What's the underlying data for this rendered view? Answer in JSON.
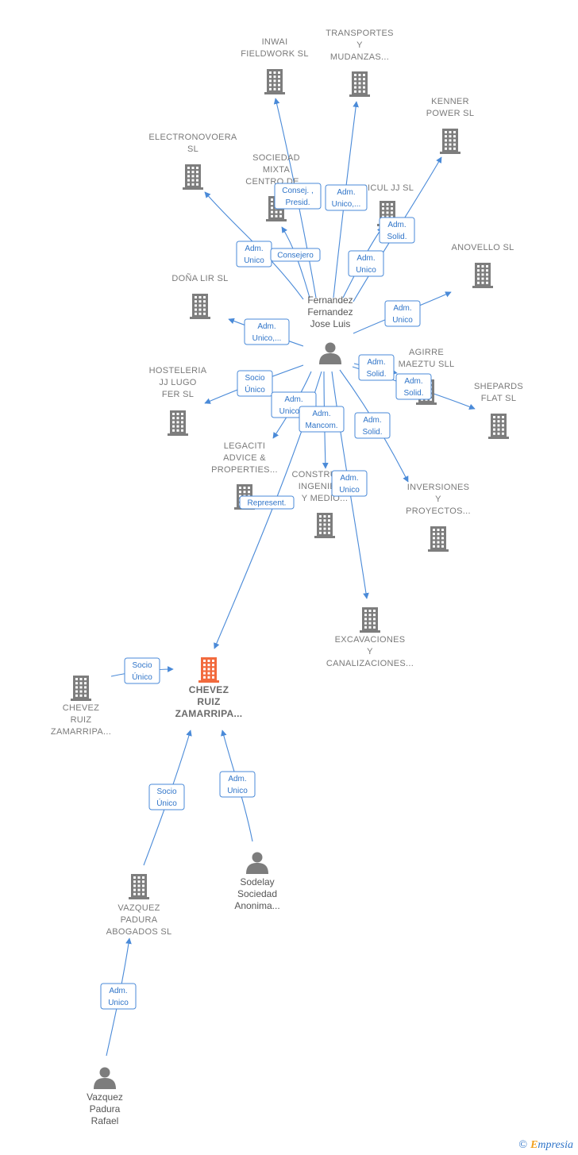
{
  "colors": {
    "building": "#7d7d7d",
    "focus_building": "#f26a3d",
    "edge": "#4a8ad8",
    "person": "#7d7d7d"
  },
  "nodes": [
    {
      "id": "inwai",
      "kind": "company",
      "icon": "building-icon",
      "label": [
        "INWAI",
        "FIELDWORK SL"
      ]
    },
    {
      "id": "transportes",
      "kind": "company",
      "icon": "building-icon",
      "label": [
        "TRANSPORTES",
        "Y",
        "MUDANZAS..."
      ]
    },
    {
      "id": "kenner",
      "kind": "company",
      "icon": "building-icon",
      "label": [
        "KENNER",
        "POWER SL"
      ]
    },
    {
      "id": "electronovoera",
      "kind": "company",
      "icon": "building-icon",
      "label": [
        "ELECTRONOVOERA",
        "SL"
      ]
    },
    {
      "id": "sociedad",
      "kind": "company",
      "icon": "building-icon",
      "label": [
        "SOCIEDAD",
        "MIXTA",
        "CENTRO DE..."
      ]
    },
    {
      "id": "ricul",
      "kind": "company",
      "icon": "building-icon",
      "label": [
        "RICUL JJ  SL"
      ]
    },
    {
      "id": "anovello",
      "kind": "company",
      "icon": "building-icon",
      "label": [
        "ANOVELLO SL"
      ]
    },
    {
      "id": "donalir",
      "kind": "company",
      "icon": "building-icon",
      "label": [
        "DOÑA LIR  SL"
      ]
    },
    {
      "id": "fernandez",
      "kind": "person",
      "icon": "person-icon",
      "label": [
        "Fernandez",
        "Fernandez",
        "Jose Luis"
      ]
    },
    {
      "id": "agirre",
      "kind": "company",
      "icon": "building-icon",
      "label": [
        "AGIRRE",
        "MAEZTU SLL"
      ]
    },
    {
      "id": "hosteleria",
      "kind": "company",
      "icon": "building-icon",
      "label": [
        "HOSTELERIA",
        "JJ LUGO",
        "FER SL"
      ]
    },
    {
      "id": "shepards",
      "kind": "company",
      "icon": "building-icon",
      "label": [
        "SHEPARDS",
        "FLAT  SL"
      ]
    },
    {
      "id": "legaciti",
      "kind": "company",
      "icon": "building-icon",
      "label": [
        "LEGACITI",
        "ADVICE &",
        "PROPERTIES..."
      ]
    },
    {
      "id": "construcciones",
      "kind": "company",
      "icon": "building-icon",
      "label": [
        "CONSTRUCC...",
        "INGENIERIA",
        "Y MEDIO..."
      ]
    },
    {
      "id": "inversiones",
      "kind": "company",
      "icon": "building-icon",
      "label": [
        "INVERSIONES",
        "Y",
        "PROYECTOS..."
      ]
    },
    {
      "id": "excavaciones",
      "kind": "company",
      "icon": "building-icon",
      "label": [
        "EXCAVACIONES",
        "Y",
        "CANALIZACIONES..."
      ]
    },
    {
      "id": "chevez_main",
      "kind": "focus",
      "icon": "building-icon",
      "label": [
        "CHEVEZ",
        "RUIZ",
        "ZAMARRIPA..."
      ]
    },
    {
      "id": "chevez_left",
      "kind": "company",
      "icon": "building-icon",
      "label": [
        "CHEVEZ",
        "RUIZ",
        "ZAMARRIPA..."
      ]
    },
    {
      "id": "vazquez_sl",
      "kind": "company",
      "icon": "building-icon",
      "label": [
        "VAZQUEZ",
        "PADURA",
        "ABOGADOS SL"
      ]
    },
    {
      "id": "sodelay",
      "kind": "person",
      "icon": "person-icon",
      "label": [
        "Sodelay",
        "Sociedad",
        "Anonima..."
      ]
    },
    {
      "id": "vazquez_p",
      "kind": "person",
      "icon": "person-icon",
      "label": [
        "Vazquez",
        "Padura",
        "Rafael"
      ]
    }
  ],
  "edges": [
    {
      "from": "fernandez",
      "to": "inwai",
      "label": [
        "Consej. ,",
        "Presid."
      ]
    },
    {
      "from": "fernandez",
      "to": "transportes",
      "label": [
        "Adm.",
        "Unico,..."
      ]
    },
    {
      "from": "fernandez",
      "to": "kenner",
      "label": [
        "Adm.",
        "Solid."
      ]
    },
    {
      "from": "fernandez",
      "to": "electronovoera",
      "label": [
        "Adm.",
        "Unico"
      ]
    },
    {
      "from": "fernandez",
      "to": "sociedad",
      "label": [
        "Consejero"
      ]
    },
    {
      "from": "fernandez",
      "to": "ricul",
      "label": [
        "Adm.",
        "Unico"
      ]
    },
    {
      "from": "fernandez",
      "to": "anovello",
      "label": [
        "Adm.",
        "Unico"
      ]
    },
    {
      "from": "fernandez",
      "to": "donalir",
      "label": [
        "Adm.",
        "Unico,..."
      ]
    },
    {
      "from": "fernandez",
      "to": "agirre",
      "label": [
        "Adm.",
        "Solid."
      ]
    },
    {
      "from": "fernandez",
      "to": "shepards",
      "label": [
        "Adm.",
        "Solid."
      ]
    },
    {
      "from": "fernandez",
      "to": "hosteleria",
      "label": [
        "Socio",
        "Único"
      ]
    },
    {
      "from": "fernandez",
      "to": "legaciti",
      "label": [
        "Adm.",
        "Unico,..."
      ]
    },
    {
      "from": "fernandez",
      "to": "construcciones",
      "label": [
        "Adm.",
        "Mancom."
      ]
    },
    {
      "from": "fernandez",
      "to": "inversiones",
      "label": [
        "Adm.",
        "Solid."
      ]
    },
    {
      "from": "fernandez",
      "to": "excavaciones",
      "label": [
        "Adm.",
        "Unico"
      ]
    },
    {
      "from": "fernandez",
      "to": "chevez_main",
      "label": [
        "Represent."
      ]
    },
    {
      "from": "chevez_left",
      "to": "chevez_main",
      "label": [
        "Socio",
        "Único"
      ]
    },
    {
      "from": "vazquez_sl",
      "to": "chevez_main",
      "label": [
        "Socio",
        "Único"
      ]
    },
    {
      "from": "sodelay",
      "to": "chevez_main",
      "label": [
        "Adm.",
        "Unico"
      ]
    },
    {
      "from": "vazquez_p",
      "to": "vazquez_sl",
      "label": [
        "Adm.",
        "Unico"
      ]
    }
  ],
  "footer": {
    "copyright": "©",
    "brand_initial": "E",
    "brand_rest": "mpresia"
  }
}
